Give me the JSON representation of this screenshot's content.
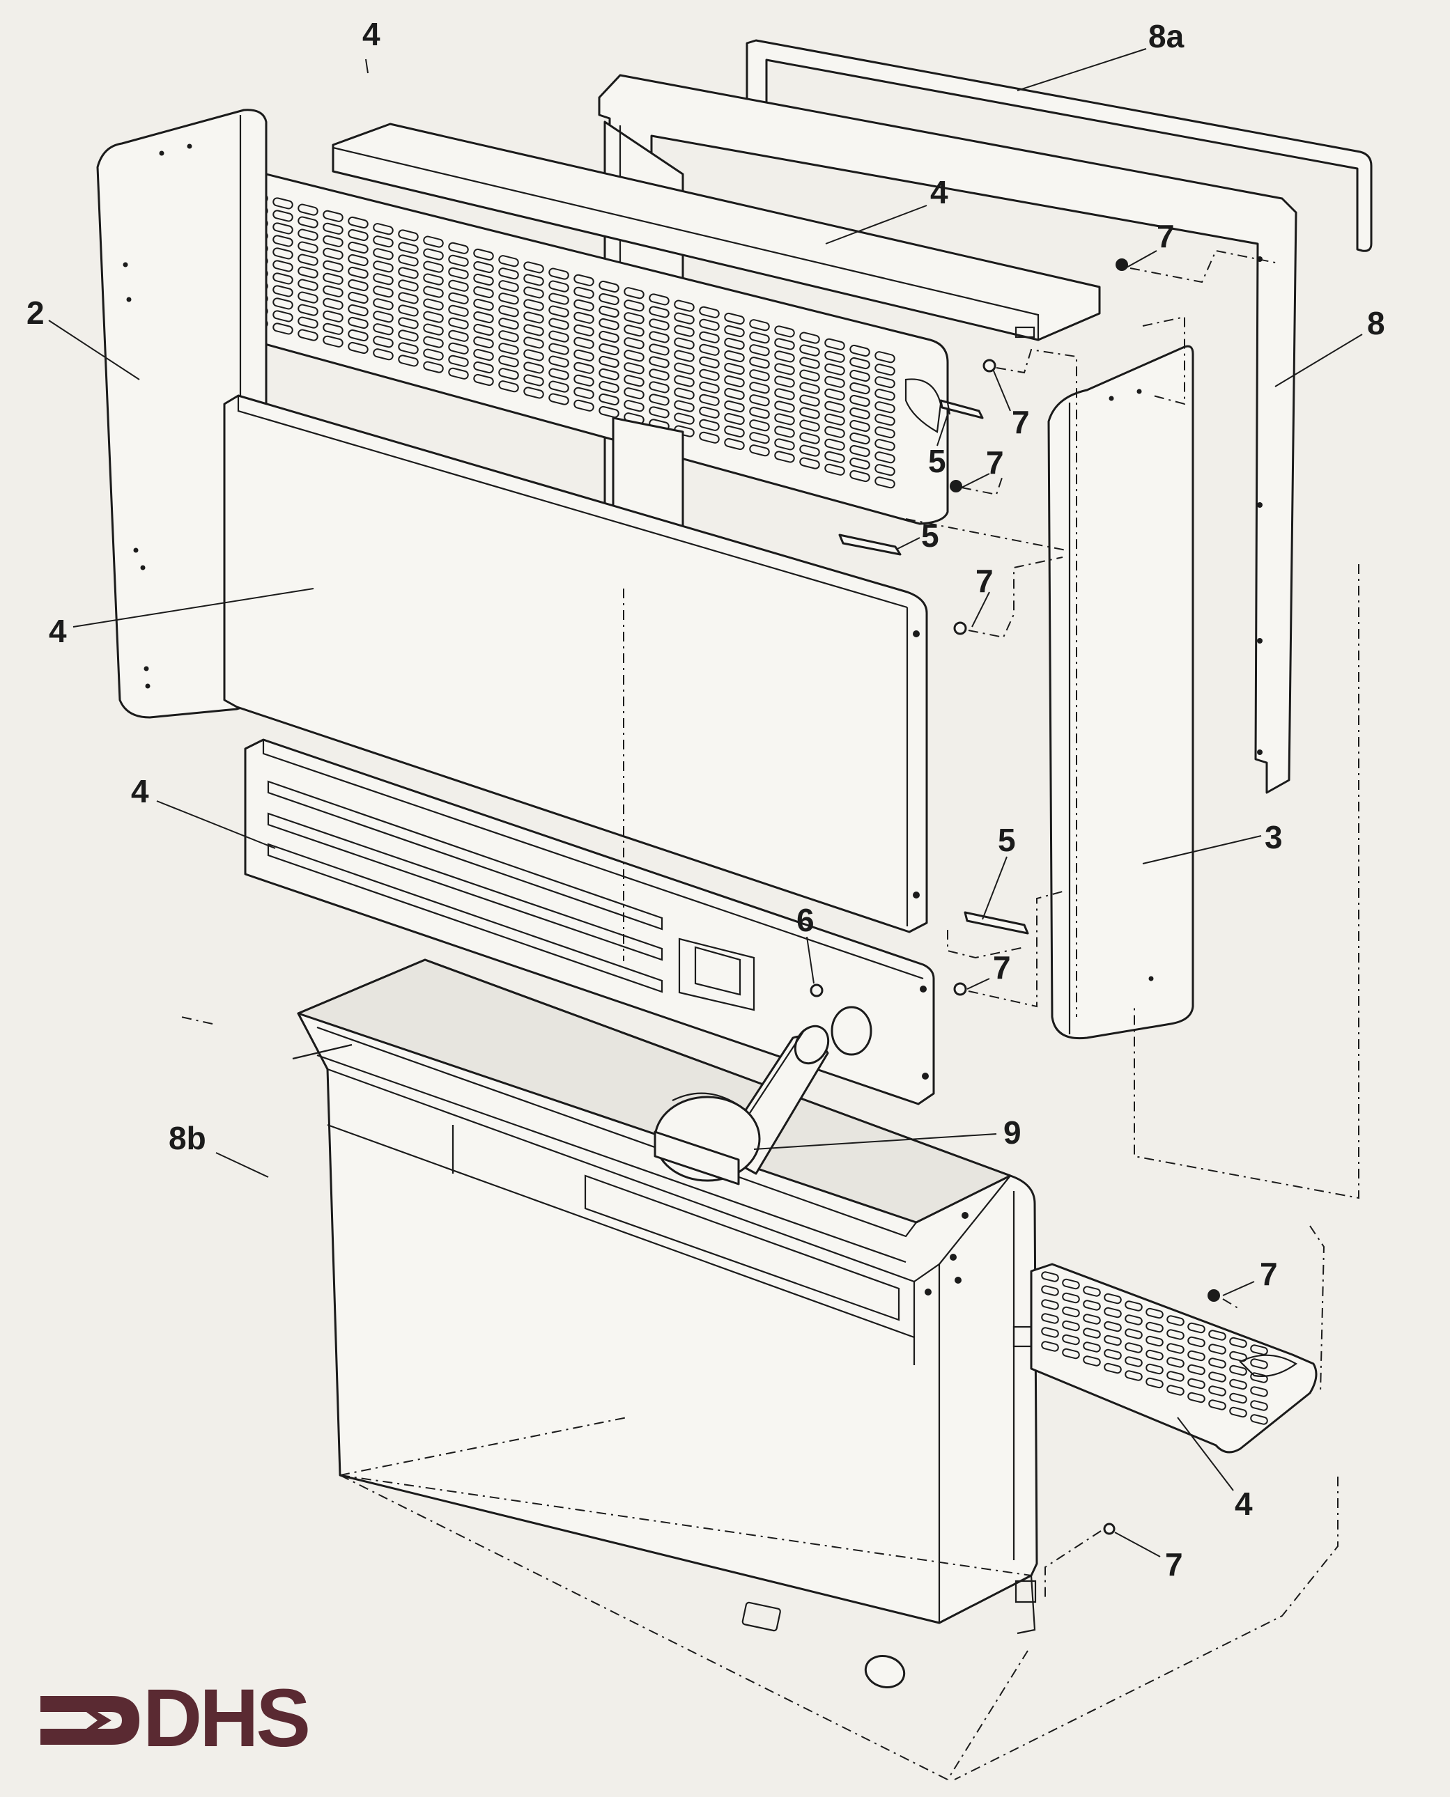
{
  "diagram": {
    "parts": {
      "side_panel_left": "2",
      "top_panel": "4",
      "top_grille": "4",
      "front_panel": "4",
      "lower_front_panel": "4",
      "bottom_grille": "4",
      "side_panel_right": "3",
      "back_frame": "8",
      "gasket_frame": "8a",
      "firebox": "8b",
      "clip": "5",
      "screw": "7",
      "screw_6": "6",
      "control_knob": "9"
    },
    "callouts": [
      {
        "id": "top-left-4",
        "text": "4"
      },
      {
        "id": "8a",
        "text": "8a"
      },
      {
        "id": "top-panel-4",
        "text": "4"
      },
      {
        "id": "7-a",
        "text": "7"
      },
      {
        "id": "2",
        "text": "2"
      },
      {
        "id": "8",
        "text": "8"
      },
      {
        "id": "7-b",
        "text": "7"
      },
      {
        "id": "5-a",
        "text": "5"
      },
      {
        "id": "7-c",
        "text": "7"
      },
      {
        "id": "5-b",
        "text": "5"
      },
      {
        "id": "7-d",
        "text": "7"
      },
      {
        "id": "front-4",
        "text": "4"
      },
      {
        "id": "lower-4",
        "text": "4"
      },
      {
        "id": "5-c",
        "text": "5"
      },
      {
        "id": "3",
        "text": "3"
      },
      {
        "id": "6",
        "text": "6"
      },
      {
        "id": "7-e",
        "text": "7"
      },
      {
        "id": "9",
        "text": "9"
      },
      {
        "id": "8b",
        "text": "8b"
      },
      {
        "id": "7-f",
        "text": "7"
      },
      {
        "id": "bottom-4",
        "text": "4"
      },
      {
        "id": "7-g",
        "text": "7"
      }
    ]
  },
  "logo": {
    "text": "DHS",
    "color": "#5a2a32"
  }
}
